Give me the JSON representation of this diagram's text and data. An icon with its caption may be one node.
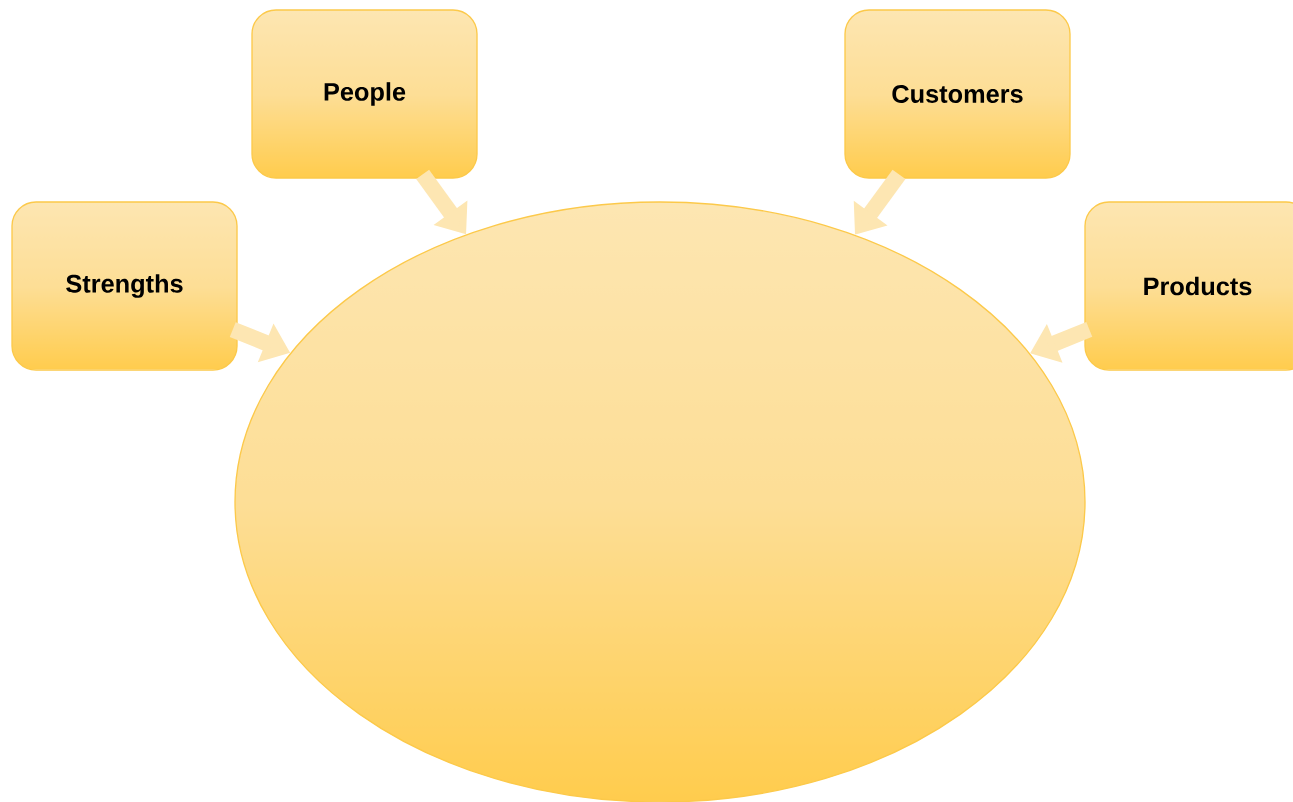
{
  "diagram": {
    "nodes": [
      {
        "text": [
          "People"
        ]
      },
      {
        "text": [
          "Customers"
        ]
      },
      {
        "text": [
          "Strengths"
        ]
      },
      {
        "text": [
          "Products"
        ]
      },
      {
        "text": [],
        "shape": "ellipse"
      }
    ],
    "edges": [
      {
        "from": 0,
        "to": 4,
        "arrow": "to"
      },
      {
        "from": 1,
        "to": 4,
        "arrow": "to"
      },
      {
        "from": 2,
        "to": 4,
        "arrow": "to"
      },
      {
        "from": 3,
        "to": 4,
        "arrow": "to"
      }
    ]
  }
}
